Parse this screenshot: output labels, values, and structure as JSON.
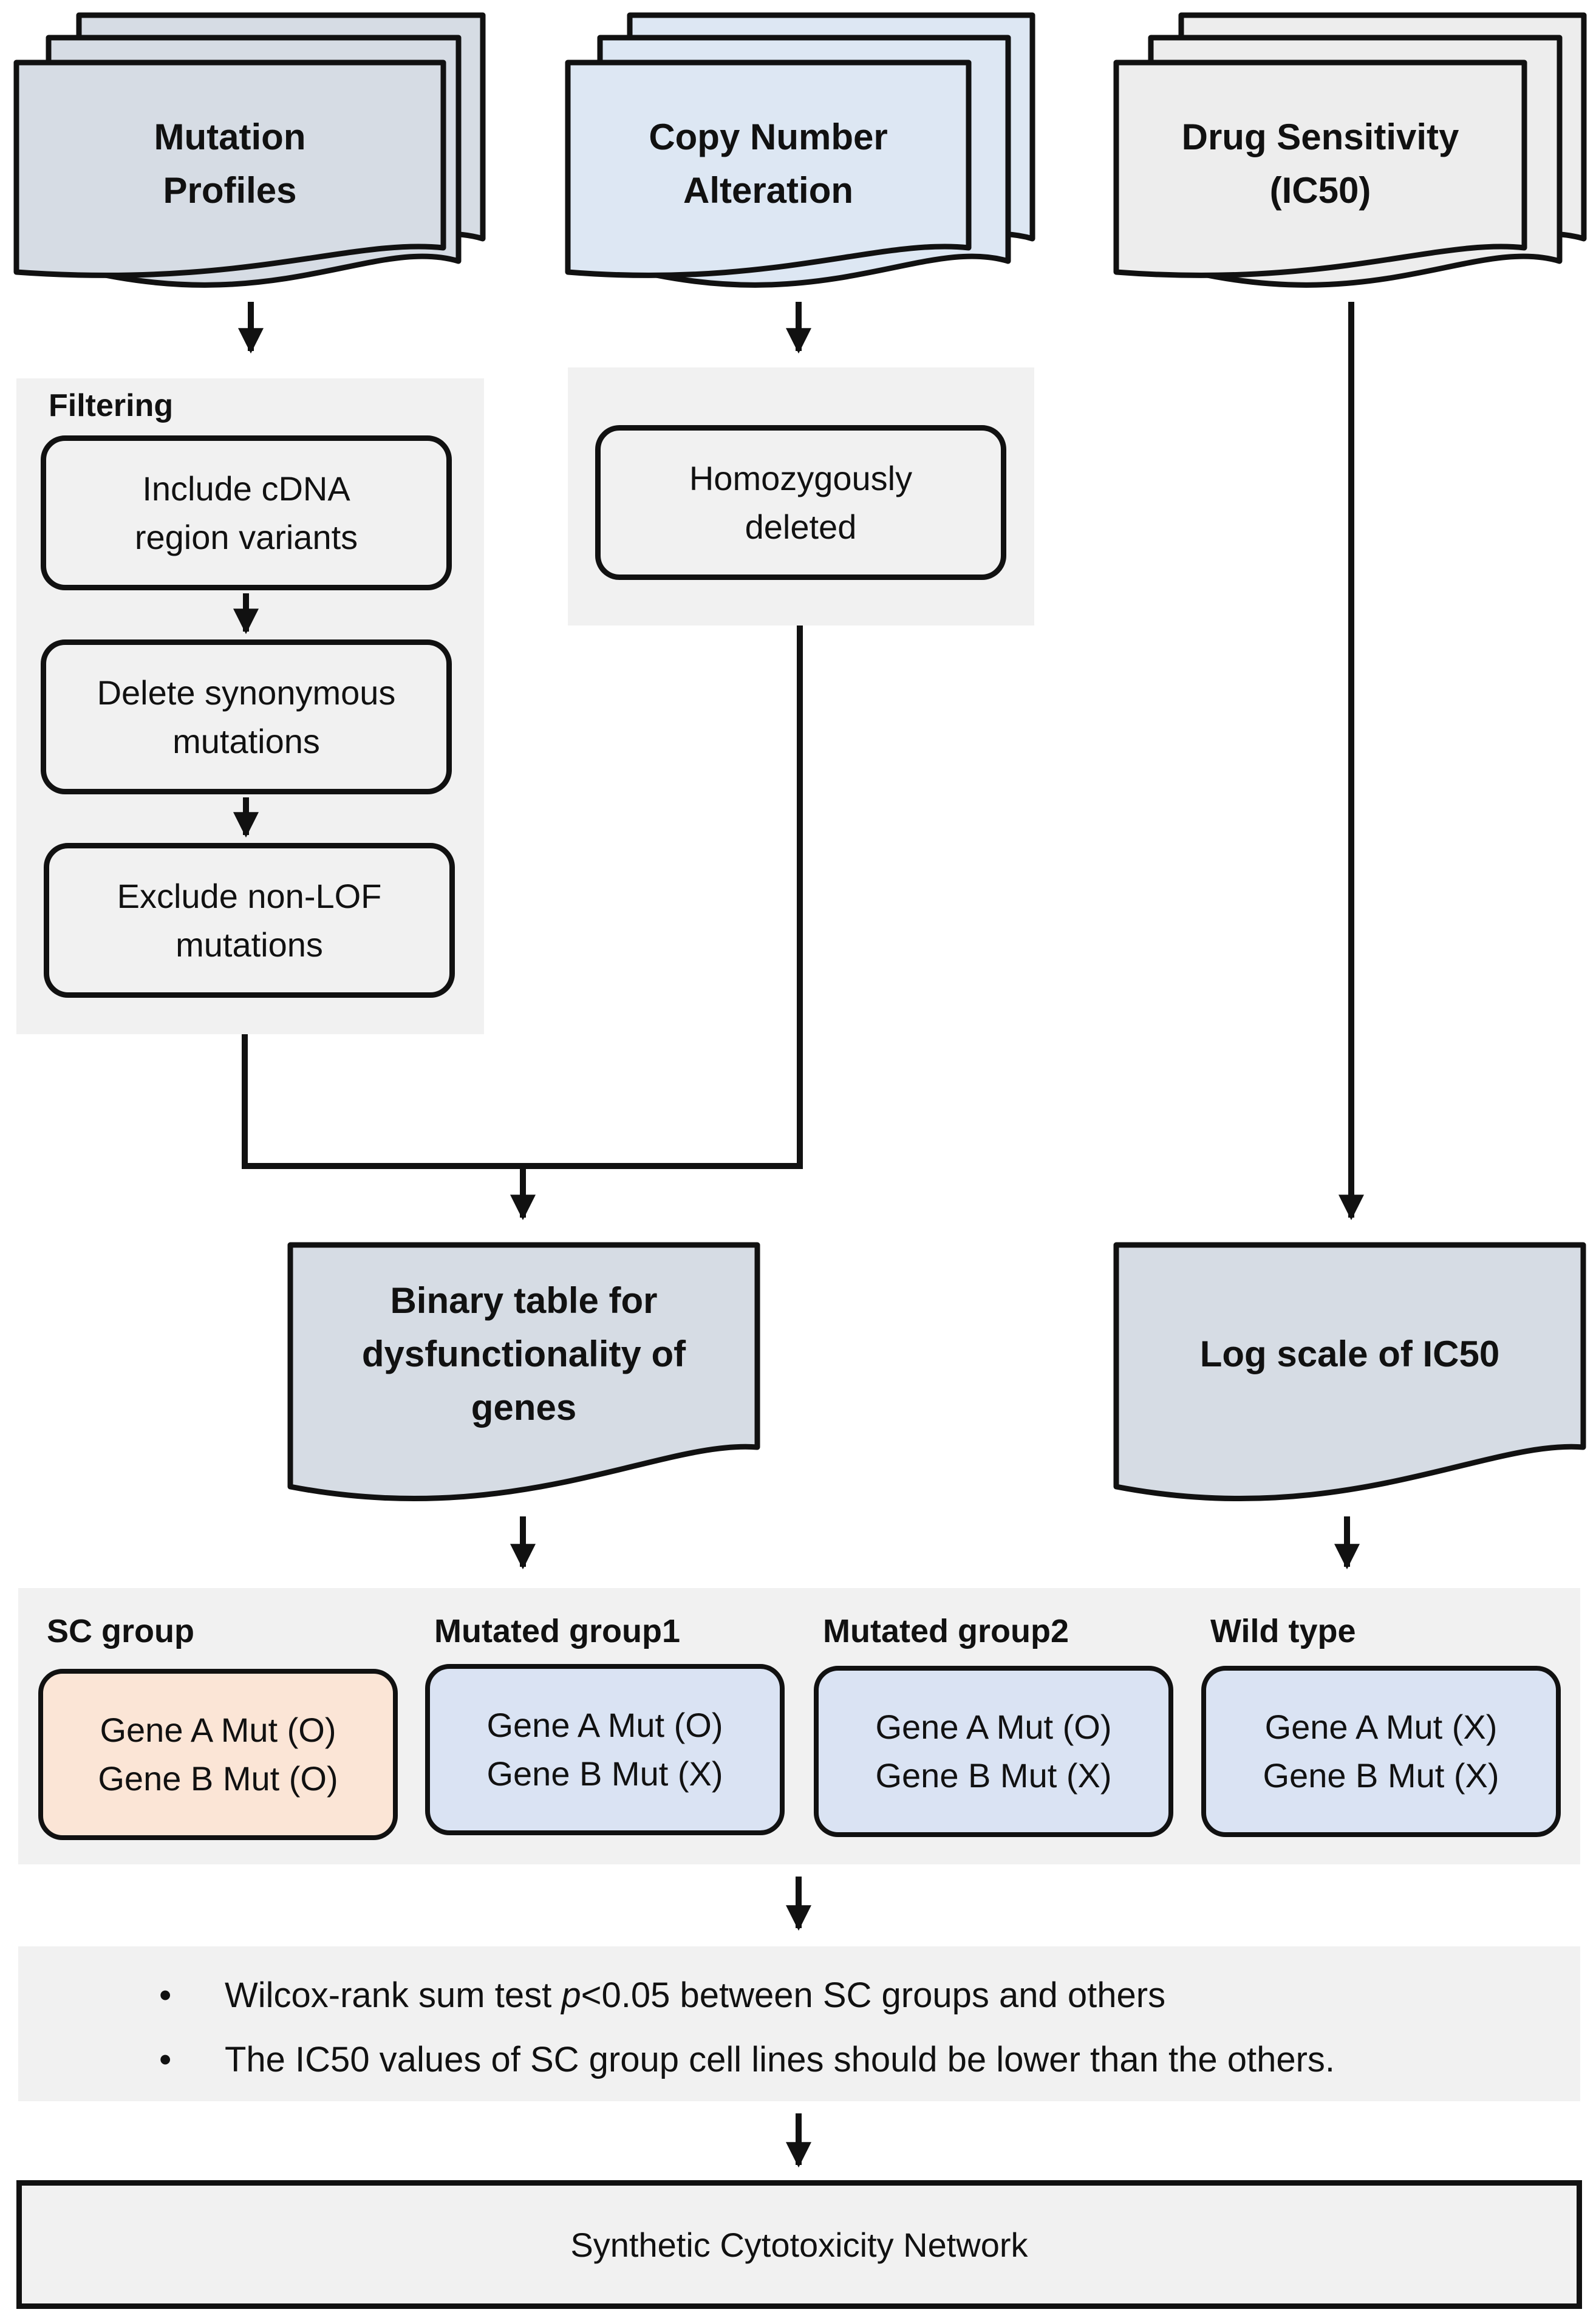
{
  "sources": [
    {
      "title": "Mutation\nProfiles",
      "color": "#d6dce4"
    },
    {
      "title": "Copy Number\nAlteration",
      "color": "#dde7f3"
    },
    {
      "title": "Drug Sensitivity\n(IC50)",
      "color": "#ededed"
    }
  ],
  "filtering": {
    "label": "Filtering",
    "steps": [
      "Include cDNA\nregion variants",
      "Delete synonymous\nmutations",
      "Exclude non-LOF\nmutations"
    ]
  },
  "cna_step": "Homozygously\ndeleted",
  "binary_table": {
    "title": "Binary table for\ndysfunctionality of\ngenes",
    "color": "#d6dce4"
  },
  "log_scale": {
    "title": "Log scale of IC50",
    "color": "#d6dce4"
  },
  "groups": [
    {
      "label": "SC group",
      "lines": "Gene A Mut (O)\nGene B Mut (O)",
      "color": "#fbe5d6"
    },
    {
      "label": "Mutated group1",
      "lines": "Gene A Mut (O)\nGene B Mut (X)",
      "color": "#dae3f3"
    },
    {
      "label": "Mutated group2",
      "lines": "Gene A Mut (O)\nGene B Mut (X)",
      "color": "#dae3f3"
    },
    {
      "label": "Wild type",
      "lines": "Gene A Mut (X)\nGene B Mut (X)",
      "color": "#dae3f3"
    }
  ],
  "criteria": {
    "item1_pre": "Wilcox-rank sum test ",
    "item1_italic": "p",
    "item1_post": "<0.05 between SC groups and others",
    "item2": "The IC50 values of SC group cell lines should be lower than the others."
  },
  "result": "Synthetic Cytotoxicity Network",
  "colors": {
    "stroke": "#111111",
    "panel": "#f1f1f1"
  }
}
